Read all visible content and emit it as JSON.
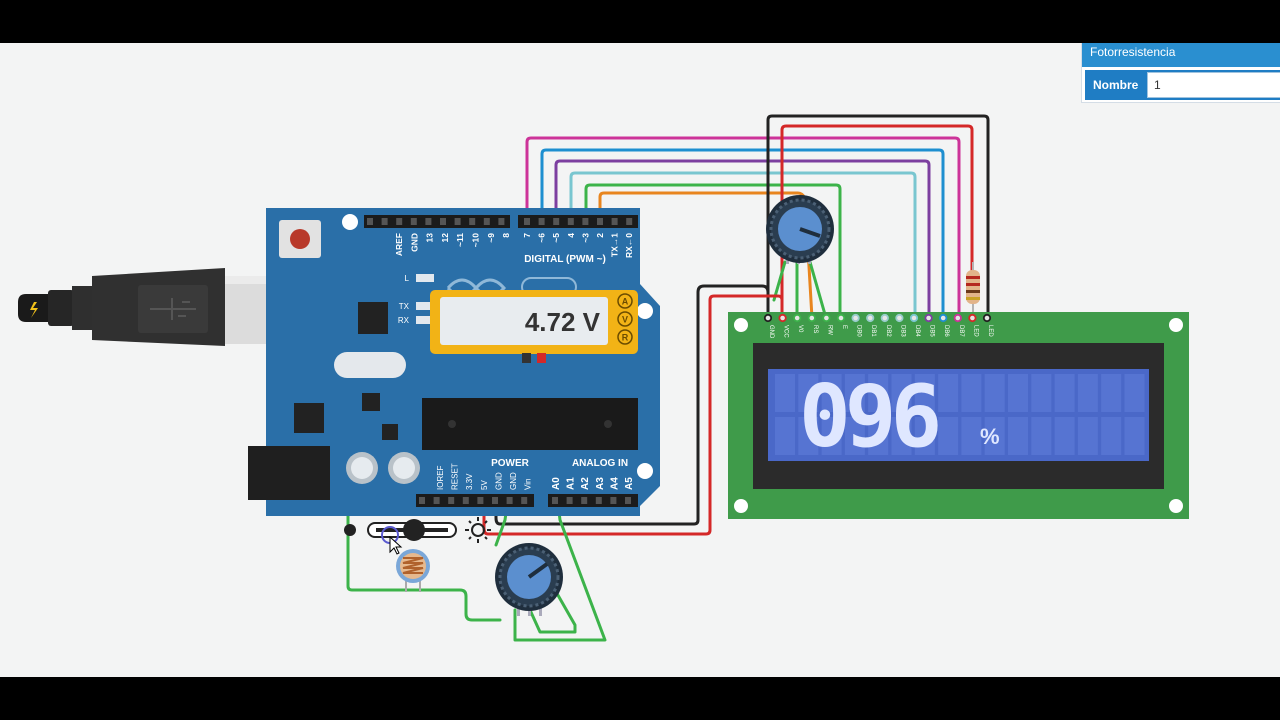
{
  "panel": {
    "title": "Fotorresistencia",
    "field_label": "Nombre",
    "field_value": "1"
  },
  "arduino": {
    "header_pins": [
      "AREF",
      "GND",
      "13",
      "12",
      "~11",
      "~10",
      "~9",
      "8",
      "7",
      "~6",
      "~5",
      "4",
      "~3",
      "2",
      "TX→1",
      "RX←0"
    ],
    "digital_label": "DIGITAL (PWM ~)",
    "led_label": "L",
    "tx_label": "TX",
    "rx_label": "RX",
    "power_label": "POWER",
    "analog_label": "ANALOG IN",
    "power_pins": [
      "IOREF",
      "RESET",
      "3.3V",
      "5V",
      "GND",
      "GND",
      "Vin"
    ],
    "analog_pins": [
      "A0",
      "A1",
      "A2",
      "A3",
      "A4",
      "A5"
    ]
  },
  "multimeter": {
    "reading": "4.72 V",
    "modes": [
      "A",
      "V",
      "R"
    ]
  },
  "lcd": {
    "pins": [
      "GND",
      "VCC",
      "V0",
      "RS",
      "RW",
      "E",
      "DB0",
      "DB1",
      "DB2",
      "DB3",
      "DB4",
      "DB5",
      "DB6",
      "DB7",
      "LED",
      "LED"
    ],
    "display_text": "096",
    "display_unit": "%"
  },
  "colors": {
    "board": "#2a6fa8",
    "lcd_pcb": "#3f9b4a",
    "lcd_screen": "#4a68c8",
    "wire_red": "#d42828",
    "wire_green": "#3cb34a",
    "wire_black": "#222222",
    "wire_pink": "#cc3399",
    "wire_blue": "#1e8fd0",
    "wire_purple": "#7c3fa0",
    "wire_teal": "#79c6d0",
    "wire_orange": "#e8851e"
  },
  "icons": [
    "usb-plug-icon",
    "light-source-icon",
    "cursor-icon",
    "potentiometer-icon",
    "photoresistor-icon",
    "resistor-icon"
  ]
}
